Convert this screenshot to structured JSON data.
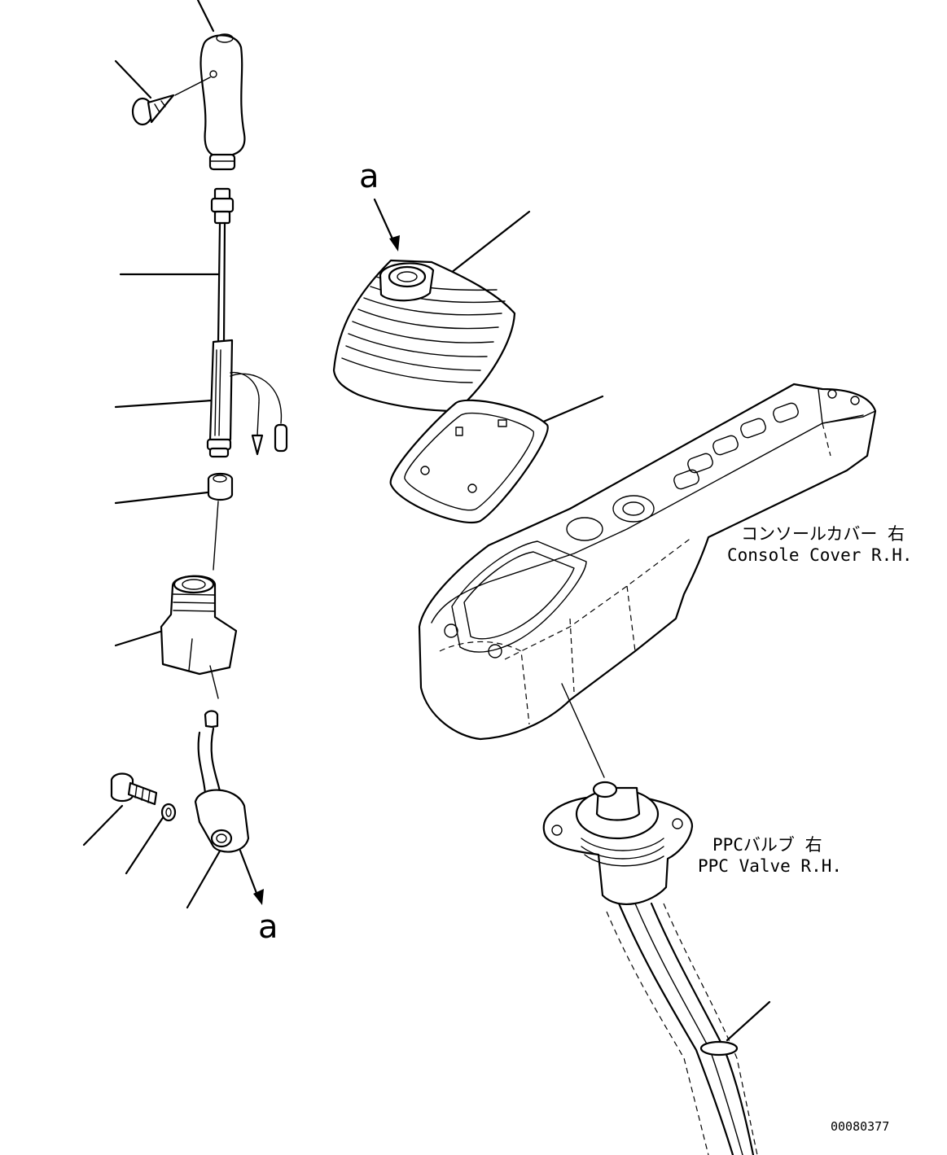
{
  "callouts": {
    "top_arrow_label": "a",
    "bottom_arrow_label": "a"
  },
  "labels": {
    "console_cover_jp": "コンソールカバー 右",
    "console_cover_en": "Console Cover R.H.",
    "ppc_valve_jp": "PPCバルブ 右",
    "ppc_valve_en": "PPC Valve R.H."
  },
  "drawing_number": "00080377"
}
